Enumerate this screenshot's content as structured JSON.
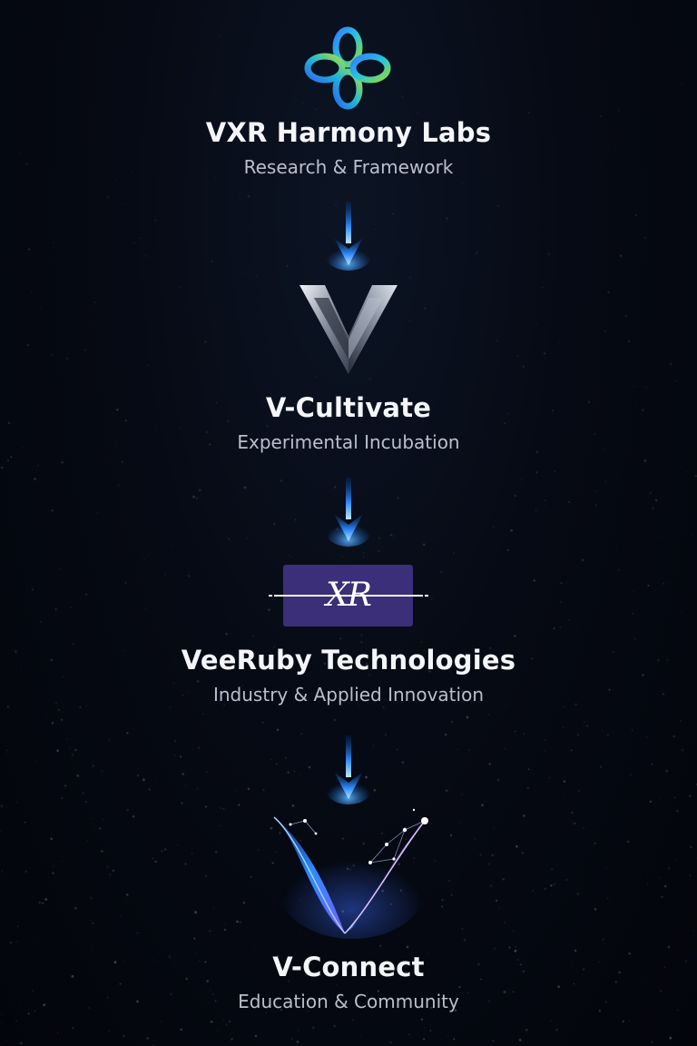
{
  "colors": {
    "background": "#050810",
    "arrow_glow": "#3aa8ff",
    "xr_box": "#3b2f7a",
    "title": "#f4f6fb",
    "subtitle": "#b9c0cc"
  },
  "nodes": [
    {
      "title": "VXR Harmony Labs",
      "subtitle": "Research & Framework",
      "icon": "infinity-knot-logo"
    },
    {
      "title": "V-Cultivate",
      "subtitle": "Experimental Incubation",
      "icon": "metallic-v-chevron-logo"
    },
    {
      "title": "VeeRuby Technologies",
      "subtitle": "Industry & Applied Innovation",
      "icon": "xr-wordmark-logo"
    },
    {
      "title": "V-Connect",
      "subtitle": "Education & Community",
      "icon": "network-v-logo"
    }
  ],
  "xr_logo_text": "XR"
}
